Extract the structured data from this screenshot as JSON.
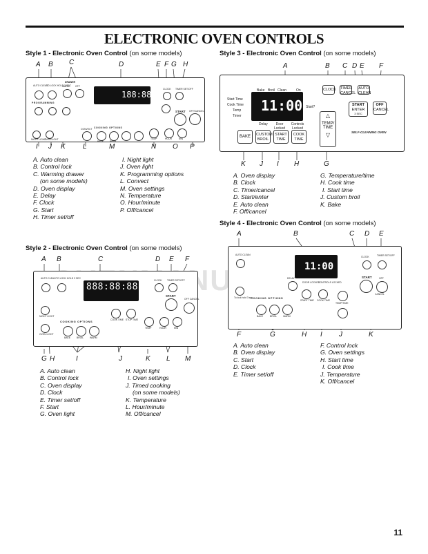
{
  "page": {
    "title": "ELECTRONIC OVEN CONTROLS",
    "page_number": "11",
    "watermark": "OVENMANUALS.COM"
  },
  "style1": {
    "heading_bold": "Style 1 - Electronic Oven Control",
    "heading_normal": " (on some models)",
    "top_callouts": [
      "A",
      "B",
      "C",
      "D",
      "E",
      "F",
      "G",
      "H"
    ],
    "bottom_callouts": [
      "I",
      "J",
      "K",
      "L",
      "M",
      "N",
      "O",
      "P"
    ],
    "panel_labels": {
      "auto_clean": "AUTO CLEAN",
      "lock": "TO LOCK HOLD 3 SEC",
      "drawer": "DRAWER",
      "warm": "WARM",
      "off": "OFF",
      "programming": "PROGRAMMING",
      "cooking_options": "COOKING OPTIONS",
      "start": "START",
      "off_cancel": "OFF/CANCEL",
      "night_light": "NIGHT LIGHT",
      "oven_light": "OVEN LIGHT",
      "convect": "CONVECT",
      "bake": "BAKE",
      "broil": "BROIL",
      "temp": "TEMP",
      "hour": "HOUR",
      "min": "MIN",
      "clock": "CLOCK",
      "timer": "TIMER SET/OFF",
      "display": "188:88"
    },
    "legend_left": [
      "A. Auto clean",
      "B. Control lock",
      "C. Warming drawer",
      "(on some models)",
      "D. Oven display",
      "E. Delay",
      "F. Clock",
      "G. Start",
      "H. Timer set/off"
    ],
    "legend_right": [
      "I. Night light",
      "J. Oven light",
      "K. Programming options",
      "L. Convect",
      "M. Oven settings",
      "N. Temperature",
      "O. Hour/minute",
      "P. Off/cancel"
    ]
  },
  "style2": {
    "heading_bold": "Style 2 - Electronic Oven Control",
    "heading_normal": " (on some models)",
    "top_callouts": [
      "A",
      "B",
      "C",
      "D",
      "E",
      "F"
    ],
    "bottom_callouts": [
      "G",
      "H",
      "I",
      "J",
      "K",
      "L",
      "M"
    ],
    "panel_labels": {
      "auto_clean": "AUTO CLEAN",
      "lock": "TO LOCK HOLD 3 SEC",
      "clock": "CLOCK",
      "timer": "TIMER SET/OFF",
      "display": "888:88:88",
      "cooking_options": "COOKING OPTIONS",
      "bake": "BAKE",
      "broil": "BROIL",
      "warm": "WARM",
      "night_light": "NIGHT LIGHT",
      "oven_light": "OVEN LIGHT",
      "cook_time": "COOK TIME",
      "stop_time": "STOP TIME",
      "temp": "TEMP",
      "hour": "HOUR",
      "min": "MIN",
      "start": "START",
      "off_cancel": "OFF CANCEL"
    },
    "legend_left": [
      "A. Auto clean",
      "B. Control lock",
      "C. Oven display",
      "D. Clock",
      "E. Timer set/off",
      "F. Start",
      "G. Oven light"
    ],
    "legend_right": [
      "H. Night light",
      "I. Oven settings",
      "J. Timed cooking",
      "(on some models)",
      "K. Temperature",
      "L. Hour/minute",
      "M. Off/cancel"
    ]
  },
  "style3": {
    "heading_bold": "Style 3 - Electronic Oven Control",
    "heading_normal": " (on some models)",
    "top_callouts": [
      "A",
      "B",
      "C",
      "D",
      "E",
      "F"
    ],
    "bottom_callouts": [
      "K",
      "J",
      "I",
      "H",
      "G"
    ],
    "panel_labels": {
      "bake_lbl": "Bake",
      "broil_lbl": "Broil",
      "clean_lbl": "Clean",
      "on_lbl": "On",
      "start_time": "Start Time",
      "cook_time": "Cook Time",
      "temp": "Temp",
      "timer": "Timer",
      "display": "11:00",
      "start_q": "Start?",
      "delay": "Delay",
      "door_locked": "Door Locked",
      "controls_locked": "Controls Locked",
      "clock": "CLOCK",
      "timer_cancel": "TIMER CANCEL",
      "auto_clean": "AUTO CLEAN",
      "start": "START",
      "enter": "ENTER",
      "hold": "3 SEC",
      "off": "OFF",
      "cancel": "CANCEL",
      "temp_time": "TEMP/ TIME",
      "self_cleaning": "SELF-CLEANING OVEN",
      "bake": "BAKE",
      "custom_broil": "CUSTOM BROIL",
      "start_time_btn": "START TIME",
      "cook_time_btn": "COOK TIME"
    },
    "legend_left": [
      "A. Oven display",
      "B. Clock",
      "C. Timer/cancel",
      "D. Start/enter",
      "E. Auto clean",
      "F. Off/cancel"
    ],
    "legend_right": [
      "G. Temperature/time",
      "H. Cook time",
      "I. Start time",
      "J. Custom broil",
      "K. Bake"
    ]
  },
  "style4": {
    "heading_bold": "Style 4 - Electronic Oven Control",
    "heading_normal": " (on some models)",
    "top_callouts": [
      "A",
      "B",
      "C",
      "D",
      "E"
    ],
    "bottom_callouts": [
      "F",
      "G",
      "H",
      "I",
      "J",
      "K"
    ],
    "panel_labels": {
      "auto_clean": "AUTO CLEAN",
      "lock": "To lock hold 3 sec",
      "display": "11:00",
      "cooking_options": "COOKING OPTIONS",
      "bake": "BAKE",
      "broil": "BROIL",
      "warm": "WARM",
      "start_time": "START TIME",
      "cook_time": "COOK TIME",
      "temp_time": "TEMP/TIME",
      "clock": "CLOCK",
      "timer": "TIMER SET/OFF",
      "start": "START",
      "off": "OFF",
      "cancel": "CANCEL",
      "delay": "DELAY",
      "door_locked": "DOOR LOCKED",
      "controls_locked": "CONTROLS LOCKED"
    },
    "legend_left": [
      "A. Auto clean",
      "B. Oven display",
      "C. Start",
      "D. Clock",
      "E. Timer set/off"
    ],
    "legend_right": [
      "F. Control lock",
      "G. Oven settings",
      "H. Start time",
      "I. Cook time",
      "J. Temperature",
      "K. Off/cancel"
    ]
  }
}
